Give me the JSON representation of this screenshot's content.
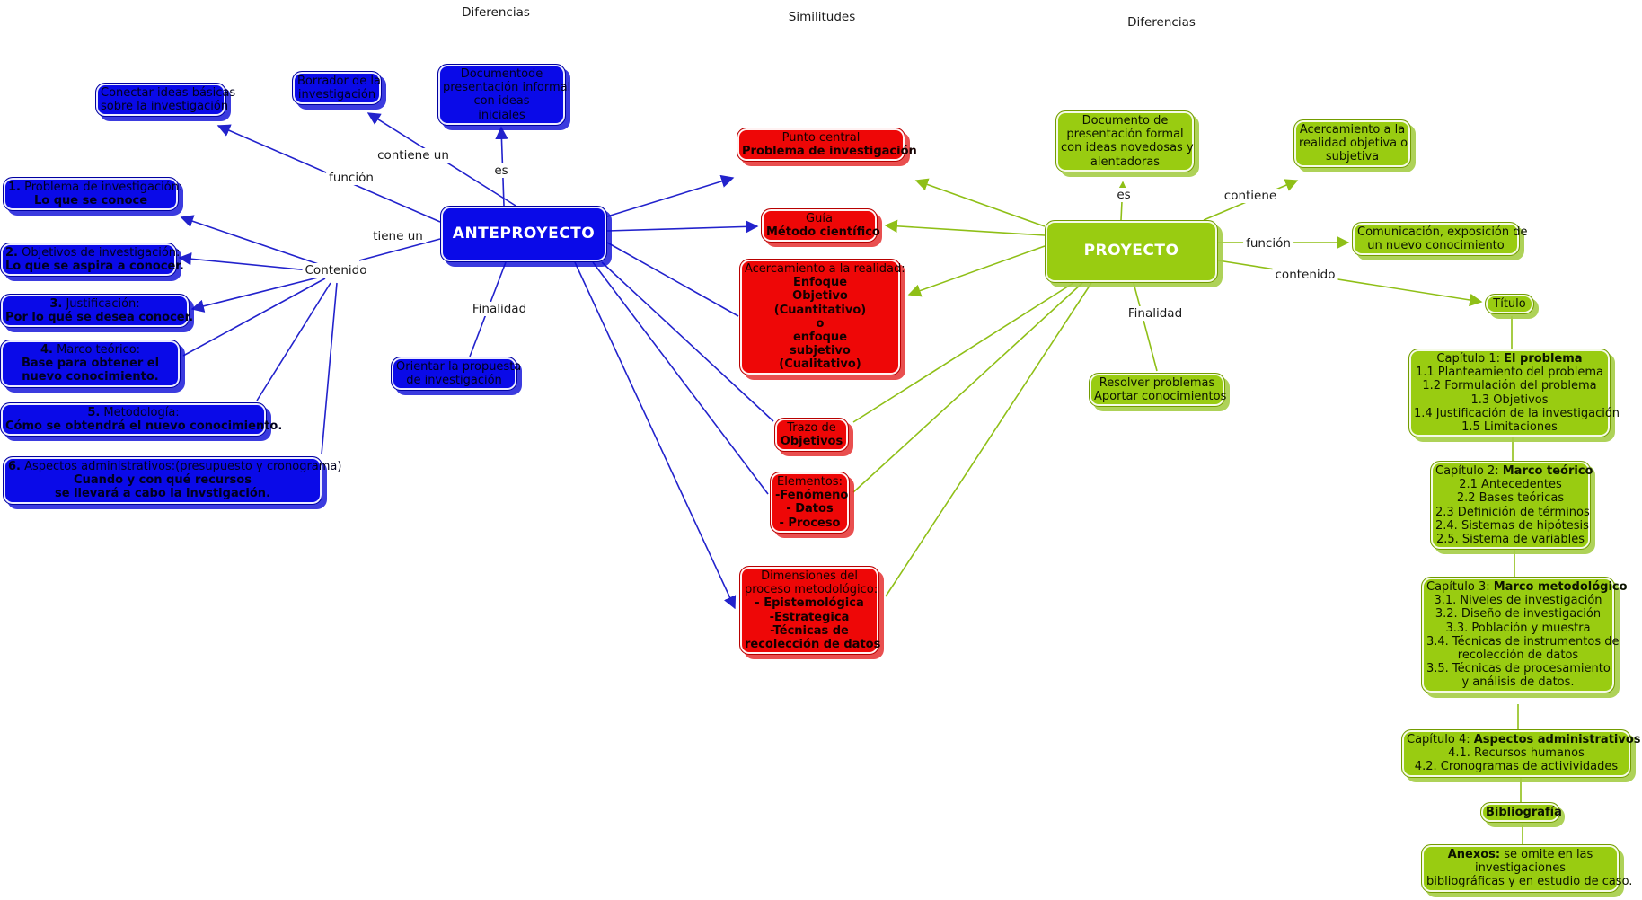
{
  "labels": {
    "diferencias_left": "Diferencias",
    "similitudes": "Similitudes",
    "diferencias_right": "Diferencias"
  },
  "edge_labels": {
    "contiene_un": "contiene un",
    "funcion_left": "función",
    "es_left": "es",
    "tiene_un": "tiene un",
    "contenido_hub": "Contenido",
    "finalidad_left": "Finalidad",
    "es_right": "es",
    "contiene_right": "contiene",
    "funcion_right": "función",
    "contenido_right": "contenido",
    "finalidad_right": "Finalidad"
  },
  "colors": {
    "blue_node": "#0a0ae8",
    "red_node": "#ee0707",
    "green_node": "#99cc11",
    "blue_line": "#2222cc",
    "green_line": "#8fbf17"
  },
  "nodes": [
    {
      "id": "conectar",
      "color": "blue",
      "lines": [
        [
          {
            "t": "Conectar ideas básicas",
            "b": false
          }
        ],
        [
          {
            "t": "sobre la investigación",
            "b": false
          }
        ]
      ]
    },
    {
      "id": "borrador",
      "color": "blue",
      "lines": [
        [
          {
            "t": "Borrador de la",
            "b": false
          }
        ],
        [
          {
            "t": "investigación",
            "b": false
          }
        ]
      ]
    },
    {
      "id": "documento",
      "color": "blue",
      "lines": [
        [
          {
            "t": "Documentode",
            "b": false
          }
        ],
        [
          {
            "t": "presentación informal",
            "b": false
          }
        ],
        [
          {
            "t": "con ideas",
            "b": false
          }
        ],
        [
          {
            "t": "iniciales",
            "b": false
          }
        ]
      ]
    },
    {
      "id": "anteproyecto",
      "color": "blue",
      "main": true,
      "lines": [
        [
          {
            "t": "ANTEPROYECTO",
            "b": true
          }
        ]
      ]
    },
    {
      "id": "n1",
      "color": "blue",
      "lines": [
        [
          {
            "t": "1.",
            "b": true
          },
          {
            "t": " Problema de investigación:",
            "b": false
          }
        ],
        [
          {
            "t": "Lo que se conoce",
            "b": true
          }
        ]
      ]
    },
    {
      "id": "n2",
      "color": "blue",
      "lines": [
        [
          {
            "t": "2.",
            "b": true
          },
          {
            "t": " Objetivos de investigación:",
            "b": false
          }
        ],
        [
          {
            "t": "Lo que se aspira a conocer.",
            "b": true
          }
        ]
      ]
    },
    {
      "id": "n3",
      "color": "blue",
      "lines": [
        [
          {
            "t": "3.",
            "b": true
          },
          {
            "t": " Justificación:",
            "b": false
          }
        ],
        [
          {
            "t": "Por lo qué se desea conocer.",
            "b": true
          }
        ]
      ]
    },
    {
      "id": "n4",
      "color": "blue",
      "lines": [
        [
          {
            "t": "4.",
            "b": true
          },
          {
            "t": " Marco teórico:",
            "b": false
          }
        ],
        [
          {
            "t": "Base para obtener el",
            "b": true
          }
        ],
        [
          {
            "t": "nuevo conocimiento.",
            "b": true
          }
        ]
      ]
    },
    {
      "id": "n5",
      "color": "blue",
      "lines": [
        [
          {
            "t": "5.",
            "b": true
          },
          {
            "t": " Metodología:",
            "b": false
          }
        ],
        [
          {
            "t": "Cómo se obtendrá el nuevo conocimiento.",
            "b": true
          }
        ]
      ]
    },
    {
      "id": "n6",
      "color": "blue",
      "lines": [
        [
          {
            "t": "6.",
            "b": true
          },
          {
            "t": " Aspectos administrativos:(presupuesto y cronograma)",
            "b": false
          }
        ],
        [
          {
            "t": "Cuando y con qué recursos",
            "b": true
          }
        ],
        [
          {
            "t": "se llevará a cabo la invstigación.",
            "b": true
          }
        ]
      ]
    },
    {
      "id": "orientar",
      "color": "blue",
      "lines": [
        [
          {
            "t": "Orientar la propuesta",
            "b": false
          }
        ],
        [
          {
            "t": "de investigación",
            "b": false
          }
        ]
      ]
    },
    {
      "id": "punto",
      "color": "red",
      "lines": [
        [
          {
            "t": "Punto central",
            "b": false
          }
        ],
        [
          {
            "t": "Problema de investigación",
            "b": true
          }
        ]
      ]
    },
    {
      "id": "guia",
      "color": "red",
      "lines": [
        [
          {
            "t": "Guía",
            "b": false
          }
        ],
        [
          {
            "t": "Método científico",
            "b": true
          }
        ]
      ]
    },
    {
      "id": "acercamiento1",
      "color": "red",
      "lines": [
        [
          {
            "t": "Acercamiento a la realidad:",
            "b": false
          }
        ],
        [
          {
            "t": "Enfoque",
            "b": true
          }
        ],
        [
          {
            "t": "Objetivo",
            "b": true
          }
        ],
        [
          {
            "t": "(Cuantitativo)",
            "b": true
          }
        ],
        [
          {
            "t": "o",
            "b": true
          }
        ],
        [
          {
            "t": "enfoque",
            "b": true
          }
        ],
        [
          {
            "t": "subjetivo",
            "b": true
          }
        ],
        [
          {
            "t": "(Cualitativo)",
            "b": true
          }
        ]
      ]
    },
    {
      "id": "trazo",
      "color": "red",
      "lines": [
        [
          {
            "t": "Trazo de",
            "b": false
          }
        ],
        [
          {
            "t": "Objetivos",
            "b": true
          }
        ]
      ]
    },
    {
      "id": "elementos",
      "color": "red",
      "lines": [
        [
          {
            "t": "Elementos:",
            "b": false
          }
        ],
        [
          {
            "t": "-Fenómeno",
            "b": true
          }
        ],
        [
          {
            "t": "- Datos",
            "b": true
          }
        ],
        [
          {
            "t": "- Proceso",
            "b": true
          }
        ]
      ]
    },
    {
      "id": "dimensiones",
      "color": "red",
      "lines": [
        [
          {
            "t": "Dimensiones del",
            "b": false
          }
        ],
        [
          {
            "t": "proceso metodológico:",
            "b": false
          }
        ],
        [
          {
            "t": "- Epistemológica",
            "b": true
          }
        ],
        [
          {
            "t": "-Estrategica",
            "b": true
          }
        ],
        [
          {
            "t": "-Técnicas de",
            "b": true
          }
        ],
        [
          {
            "t": "recolección de datos",
            "b": true
          }
        ]
      ]
    },
    {
      "id": "docformal",
      "color": "green",
      "lines": [
        [
          {
            "t": "Documento de",
            "b": false
          }
        ],
        [
          {
            "t": "presentación formal",
            "b": false
          }
        ],
        [
          {
            "t": "con ideas novedosas y",
            "b": false
          }
        ],
        [
          {
            "t": "alentadoras",
            "b": false
          }
        ]
      ]
    },
    {
      "id": "acercamiento2",
      "color": "green",
      "lines": [
        [
          {
            "t": "Acercamiento a la",
            "b": false
          }
        ],
        [
          {
            "t": "realidad objetiva o",
            "b": false
          }
        ],
        [
          {
            "t": "subjetiva",
            "b": false
          }
        ]
      ]
    },
    {
      "id": "proyecto",
      "color": "green",
      "main": true,
      "lines": [
        [
          {
            "t": "PROYECTO",
            "b": true
          }
        ]
      ]
    },
    {
      "id": "comunicacion",
      "color": "green",
      "lines": [
        [
          {
            "t": "Comunicación, exposición de",
            "b": false
          }
        ],
        [
          {
            "t": "un nuevo conocimiento",
            "b": false
          }
        ]
      ]
    },
    {
      "id": "titulo",
      "color": "green",
      "lines": [
        [
          {
            "t": "Título",
            "b": false
          }
        ]
      ]
    },
    {
      "id": "resolver",
      "color": "green",
      "lines": [
        [
          {
            "t": "Resolver problemas",
            "b": false
          }
        ],
        [
          {
            "t": "Aportar conocimientos",
            "b": false
          }
        ]
      ]
    },
    {
      "id": "cap1",
      "color": "green",
      "lines": [
        [
          {
            "t": "Capítulo 1: ",
            "b": false
          },
          {
            "t": "El problema",
            "b": true
          }
        ],
        [
          {
            "t": "1.1 Planteamiento del problema",
            "b": false
          }
        ],
        [
          {
            "t": "1.2 Formulación del problema",
            "b": false
          }
        ],
        [
          {
            "t": "1.3 Objetivos",
            "b": false
          }
        ],
        [
          {
            "t": "1.4 Justificación de la investigación",
            "b": false
          }
        ],
        [
          {
            "t": "1.5 Limitaciones",
            "b": false
          }
        ]
      ]
    },
    {
      "id": "cap2",
      "color": "green",
      "lines": [
        [
          {
            "t": "Capítulo 2: ",
            "b": false
          },
          {
            "t": "Marco teórico",
            "b": true
          }
        ],
        [
          {
            "t": "2.1 Antecedentes",
            "b": false
          }
        ],
        [
          {
            "t": "2.2 Bases teóricas",
            "b": false
          }
        ],
        [
          {
            "t": "2.3 Definición de términos",
            "b": false
          }
        ],
        [
          {
            "t": "2.4. Sistemas de hipótesis",
            "b": false
          }
        ],
        [
          {
            "t": "2.5. Sistema de variables",
            "b": false
          }
        ]
      ]
    },
    {
      "id": "cap3",
      "color": "green",
      "lines": [
        [
          {
            "t": "Capítulo 3: ",
            "b": false
          },
          {
            "t": "Marco metodológico",
            "b": true
          }
        ],
        [
          {
            "t": "3.1. Niveles de investigación",
            "b": false
          }
        ],
        [
          {
            "t": "3.2. Diseño de investigación",
            "b": false
          }
        ],
        [
          {
            "t": "3.3. Población y muestra",
            "b": false
          }
        ],
        [
          {
            "t": "3.4. Técnicas de instrumentos de",
            "b": false
          }
        ],
        [
          {
            "t": "recolección de datos",
            "b": false
          }
        ],
        [
          {
            "t": "3.5. Técnicas de procesamiento",
            "b": false
          }
        ],
        [
          {
            "t": "y análisis de datos.",
            "b": false
          }
        ]
      ]
    },
    {
      "id": "cap4",
      "color": "green",
      "lines": [
        [
          {
            "t": "Capítulo 4: ",
            "b": false
          },
          {
            "t": "Aspectos administrativos",
            "b": true
          }
        ],
        [
          {
            "t": "4.1. Recursos humanos",
            "b": false
          }
        ],
        [
          {
            "t": "4.2. Cronogramas de activividades",
            "b": false
          }
        ]
      ]
    },
    {
      "id": "biblio",
      "color": "green",
      "lines": [
        [
          {
            "t": "Bibliografía",
            "b": true
          }
        ]
      ]
    },
    {
      "id": "anexos",
      "color": "green",
      "lines": [
        [
          {
            "t": "Anexos:",
            "b": true
          },
          {
            "t": " se omite en las",
            "b": false
          }
        ],
        [
          {
            "t": "investigaciones",
            "b": false
          }
        ],
        [
          {
            "t": "bibliográficas y en estudio de caso.",
            "b": false
          }
        ]
      ]
    }
  ]
}
